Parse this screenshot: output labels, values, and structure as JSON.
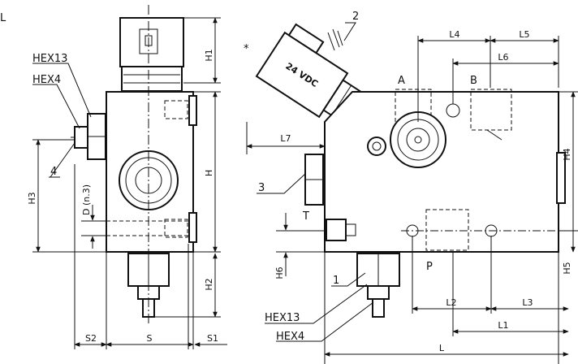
{
  "labels": {
    "L_corner": "L",
    "hex13_left": "HEX13",
    "hex4_left": "HEX4",
    "item4": "4",
    "item2": "2",
    "item3": "3",
    "item1": "1",
    "hex13_right": "HEX13",
    "hex4_right": "HEX4",
    "port_a": "A",
    "port_b": "B",
    "port_t": "T",
    "port_p": "P",
    "coil_text": "24 VDC",
    "asterisk": "*"
  },
  "dims": {
    "H1": "H1",
    "H": "H",
    "H2": "H2",
    "H3": "H3",
    "D": "D (n.3)",
    "S": "S",
    "S1": "S1",
    "S2": "S2",
    "L4": "L4",
    "L5": "L5",
    "L6": "L6",
    "L7": "L7",
    "H4": "H4",
    "H5": "H5",
    "H6": "H6",
    "L1": "L1",
    "L2": "L2",
    "L3": "L3",
    "L": "L"
  }
}
